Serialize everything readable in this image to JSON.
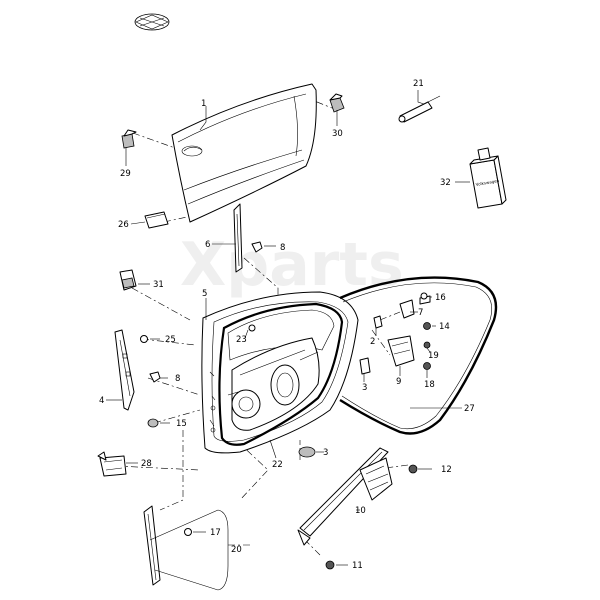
{
  "watermark": "Xparts",
  "callouts": {
    "c1": "1",
    "c2": "2",
    "c3a": "3",
    "c3b": "3",
    "c4": "4",
    "c5": "5",
    "c6": "6",
    "c7": "7",
    "c8a": "8",
    "c8b": "8",
    "c9": "9",
    "c10": "10",
    "c11": "11",
    "c12": "12",
    "c14": "14",
    "c15": "15",
    "c16": "16",
    "c17": "17",
    "c18": "18",
    "c19": "19",
    "c20": "20",
    "c21": "21",
    "c22": "22",
    "c23": "23",
    "c25": "25",
    "c26": "26",
    "c27": "27",
    "c28": "28",
    "c29": "29",
    "c30": "30",
    "c31": "31",
    "c32": "32"
  }
}
